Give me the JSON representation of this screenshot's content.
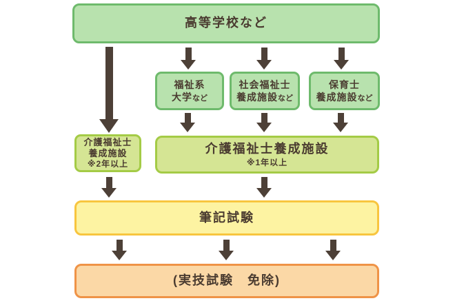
{
  "diagram": {
    "colors": {
      "green_fill": "#b8e2ae",
      "green_border": "#6eba6c",
      "lime_fill": "#d5e594",
      "lime_border": "#a4cb46",
      "yellow_fill": "#fdf3a2",
      "yellow_border": "#f8c53f",
      "orange_fill": "#fbd8a6",
      "orange_border": "#ef9347",
      "arrow": "#4d4037",
      "text": "#4a3b30"
    },
    "nodes": {
      "high_school": {
        "label": "高等学校など"
      },
      "welfare_university": {
        "line1": "福祉系",
        "line2": "大学",
        "line2_suffix": "など"
      },
      "social_worker_school": {
        "line1": "社会福祉士",
        "line2": "養成施設",
        "line2_suffix": "など"
      },
      "childcare_worker_school": {
        "line1": "保育士",
        "line2": "養成施設",
        "line2_suffix": "など"
      },
      "care_worker_school_2yr": {
        "line1": "介護福祉士",
        "line2": "養成施設",
        "note": "※2年以上"
      },
      "care_worker_school_1yr": {
        "label": "介護福祉士養成施設",
        "note": "※1年以上"
      },
      "written_exam": {
        "label": "筆記試験"
      },
      "practical_exam": {
        "label": "(実技試験　免除)"
      }
    }
  }
}
